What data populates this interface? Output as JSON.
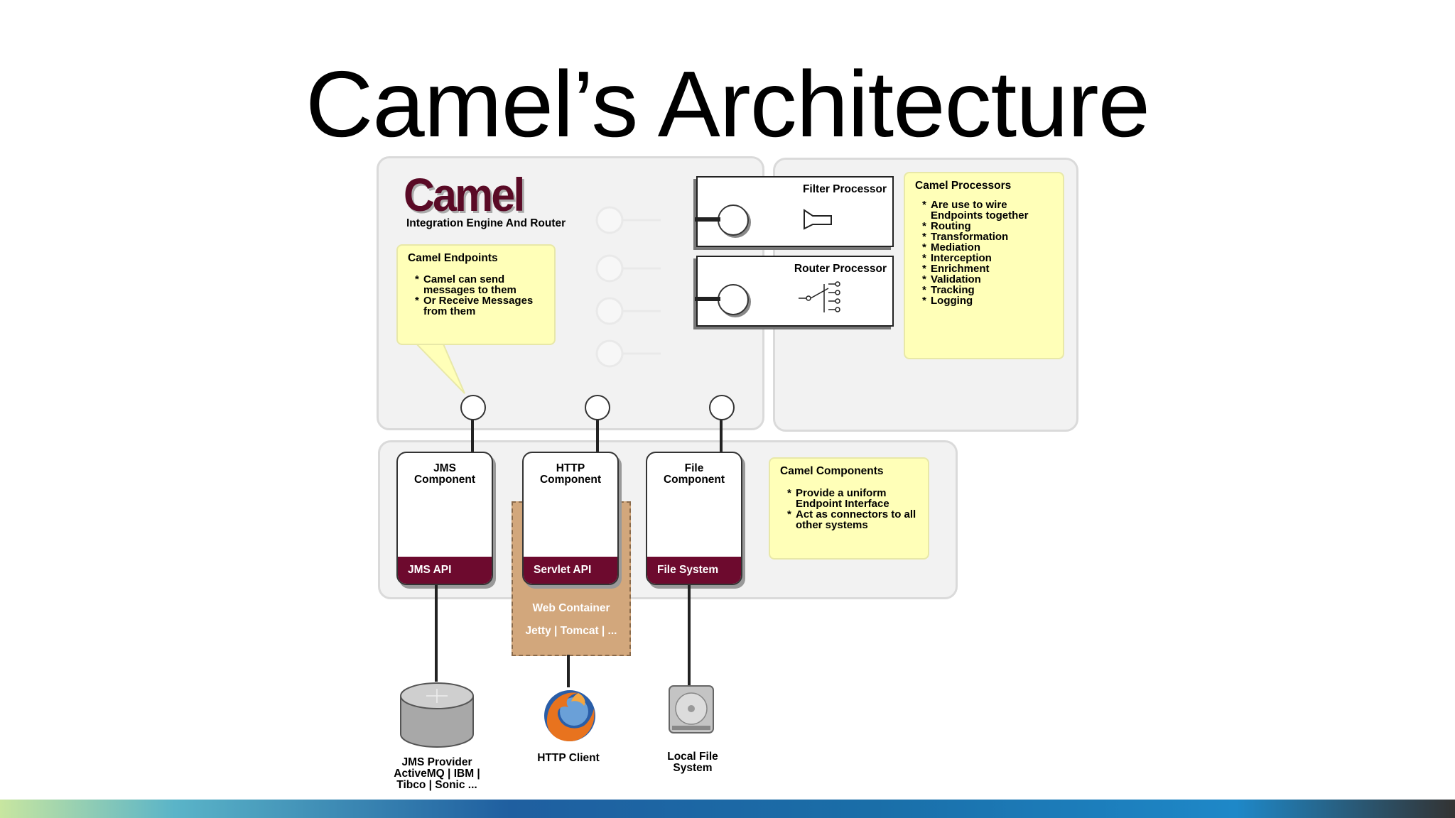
{
  "title": "Camel’s Architecture",
  "camel": {
    "logo": "Camel",
    "subtitle": "Integration Engine And Router"
  },
  "endpoints_note": {
    "title": "Camel Endpoints",
    "items": [
      "Camel can send messages to them",
      "Or Receive Messages from them"
    ]
  },
  "filter_processor": {
    "label": "Filter Processor"
  },
  "router_processor": {
    "label": "Router Processor"
  },
  "processors_note": {
    "title": "Camel Processors",
    "items": [
      "Are use to wire Endpoints together",
      "Routing",
      "Transformation",
      "Mediation",
      "Interception",
      "Enrichment",
      "Validation",
      "Tracking",
      "Logging"
    ]
  },
  "components": [
    {
      "title": "JMS\nComponent",
      "api": "JMS API"
    },
    {
      "title": "HTTP\nComponent",
      "api": "Servlet API"
    },
    {
      "title": "File\nComponent",
      "api": "File System"
    }
  ],
  "components_note": {
    "title": "Camel Components",
    "items": [
      "Provide a uniform Endpoint Interface",
      "Act as connectors to all other systems"
    ]
  },
  "web_container": {
    "label": "Web Container",
    "servers": "Jetty | Tomcat | ..."
  },
  "externals": {
    "jms_provider": "JMS Provider\nActiveMQ | IBM |\nTibco | Sonic ...",
    "http_client": "HTTP Client",
    "local_file_system": "Local File\nSystem"
  },
  "colors": {
    "api_bar": "#6d0a2e",
    "note_bg": "#ffffb8",
    "web_container": "#d2a77c",
    "logo": "#5a0a26"
  }
}
